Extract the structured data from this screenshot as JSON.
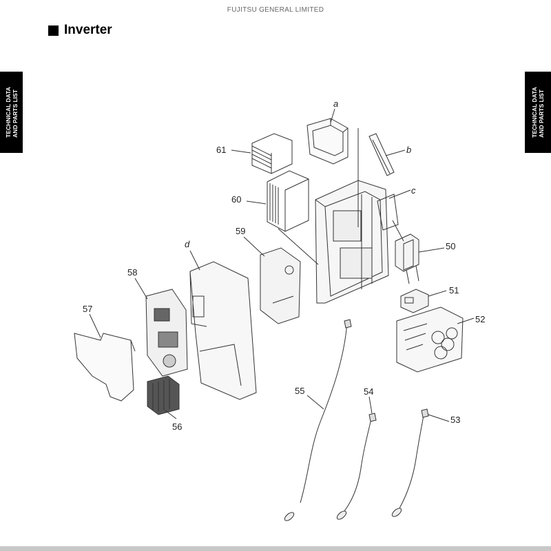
{
  "header": {
    "company": "FUJITSU GENERAL LIMITED"
  },
  "section": {
    "title": "Inverter"
  },
  "side_tabs": {
    "left": "TECHNICAL DATA\nAND PARTS LIST",
    "right": "TECHNICAL DATA\nAND PARTS LIST"
  },
  "callouts": {
    "a": "a",
    "b": "b",
    "c": "c",
    "d": "d",
    "p50": "50",
    "p51": "51",
    "p52": "52",
    "p53": "53",
    "p54": "54",
    "p55": "55",
    "p56": "56",
    "p57": "57",
    "p58": "58",
    "p59": "59",
    "p60": "60",
    "p61": "61"
  },
  "colors": {
    "line": "#333333",
    "tab": "#000000",
    "footer": "#c8c8c8"
  }
}
